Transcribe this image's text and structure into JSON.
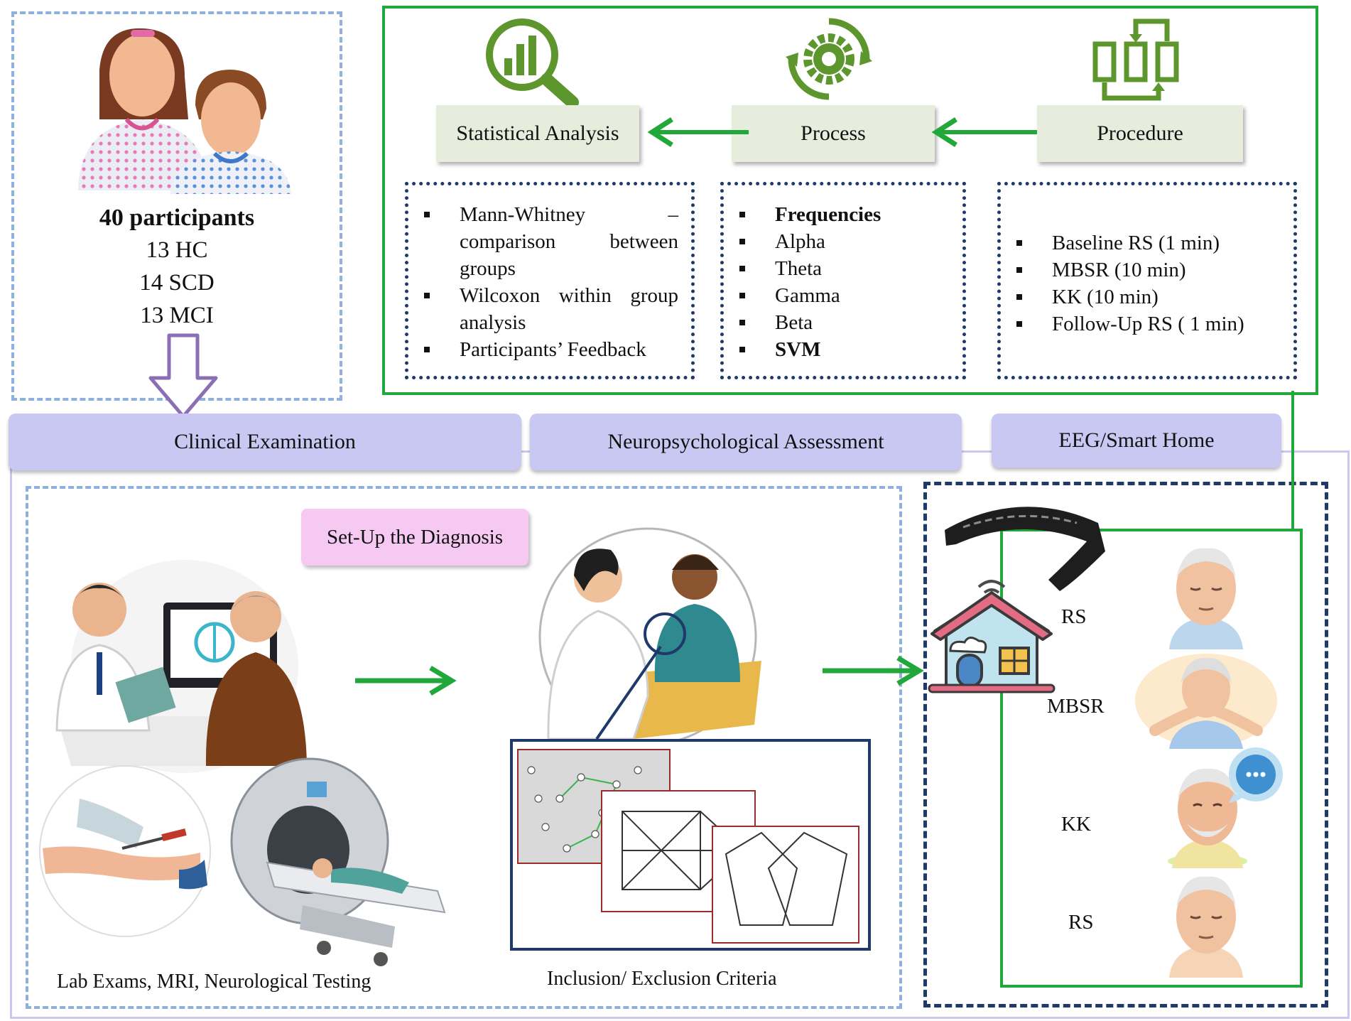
{
  "participants": {
    "title": "40 participants",
    "groups": [
      "13 HC",
      "14 SCD",
      "13 MCI"
    ]
  },
  "pipeline": {
    "steps": [
      {
        "label": "Statistical  Analysis",
        "icon": "magnifier-chart-icon"
      },
      {
        "label": "Process",
        "icon": "gear-cycle-icon"
      },
      {
        "label": "Procedure",
        "icon": "flow-boxes-icon"
      }
    ],
    "statistical_list": [
      "Mann-Whitney  –  comparison  between groups",
      "Wilcoxon  within  group analysis",
      "Participants’  Feedback"
    ],
    "process_list": [
      "Frequencies",
      "Alpha",
      "Theta",
      "Gamma",
      "Beta",
      "SVM"
    ],
    "procedure_list": [
      "Baseline  RS  (1 min)",
      "MBSR  (10 min)",
      "KK  (10 min)",
      "Follow-Up  RS  ( 1 min)"
    ]
  },
  "phases": [
    "Clinical  Examination",
    "Neuropsychological  Assessment",
    "EEG/Smart  Home"
  ],
  "diagnosis_label": "Set-Up the Diagnosis",
  "captions": {
    "lab": "Lab Exams,  MRI, Neurological  Testing",
    "criteria": "Inclusion/  Exclusion  Criteria"
  },
  "session_labels": [
    "RS",
    "MBSR",
    "KK",
    "RS"
  ],
  "colors": {
    "green": "#22a83a",
    "lavender": "#c9c8f3",
    "dash_blue": "#8fb0dc",
    "navy": "#1f3a6a",
    "step_bg": "#e6eddc",
    "pink": "#f6c9f2",
    "icon_green": "#5e962e",
    "purple_arrow": "#8a6fb5"
  }
}
